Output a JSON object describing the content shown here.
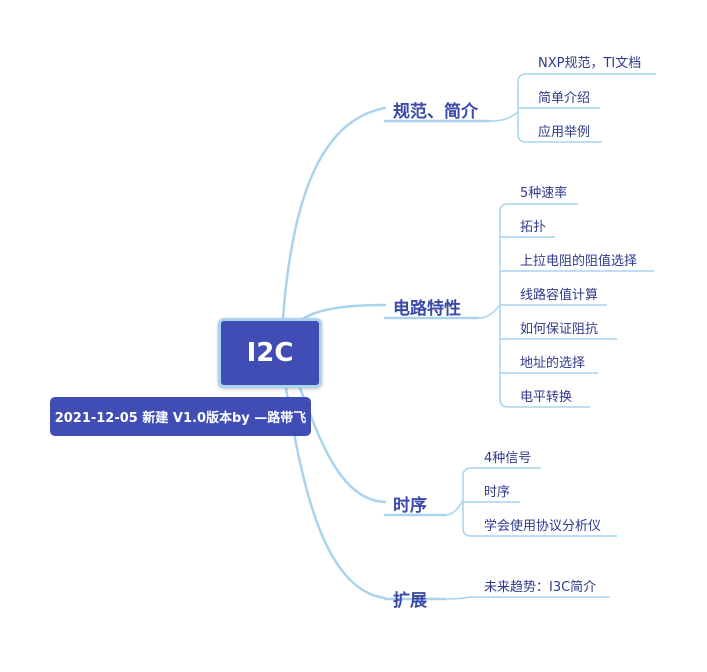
{
  "root": {
    "label": "I2C"
  },
  "note": {
    "label": "2021-12-05 新建 V1.0版本by —路带飞"
  },
  "branches": [
    {
      "label": "规范、简介",
      "leaves": [
        "NXP规范，TI文档",
        "简单介绍",
        "应用举例"
      ]
    },
    {
      "label": "电路特性",
      "leaves": [
        "5种速率",
        "拓扑",
        "上拉电阻的阻值选择",
        "线路容值计算",
        "如何保证阻抗",
        "地址的选择",
        "电平转换"
      ]
    },
    {
      "label": "时序",
      "leaves": [
        "4种信号",
        "时序",
        "学会使用协议分析仪"
      ]
    },
    {
      "label": "扩展",
      "leaves": [
        "未来趋势：I3C简介"
      ]
    }
  ],
  "colors": {
    "node_fill": "#3f4db5",
    "node_border": "#a9d3ef",
    "connector": "#a9d3ef",
    "branch_text": "#3a4aa8",
    "leaf_text": "#2f3a8c"
  }
}
